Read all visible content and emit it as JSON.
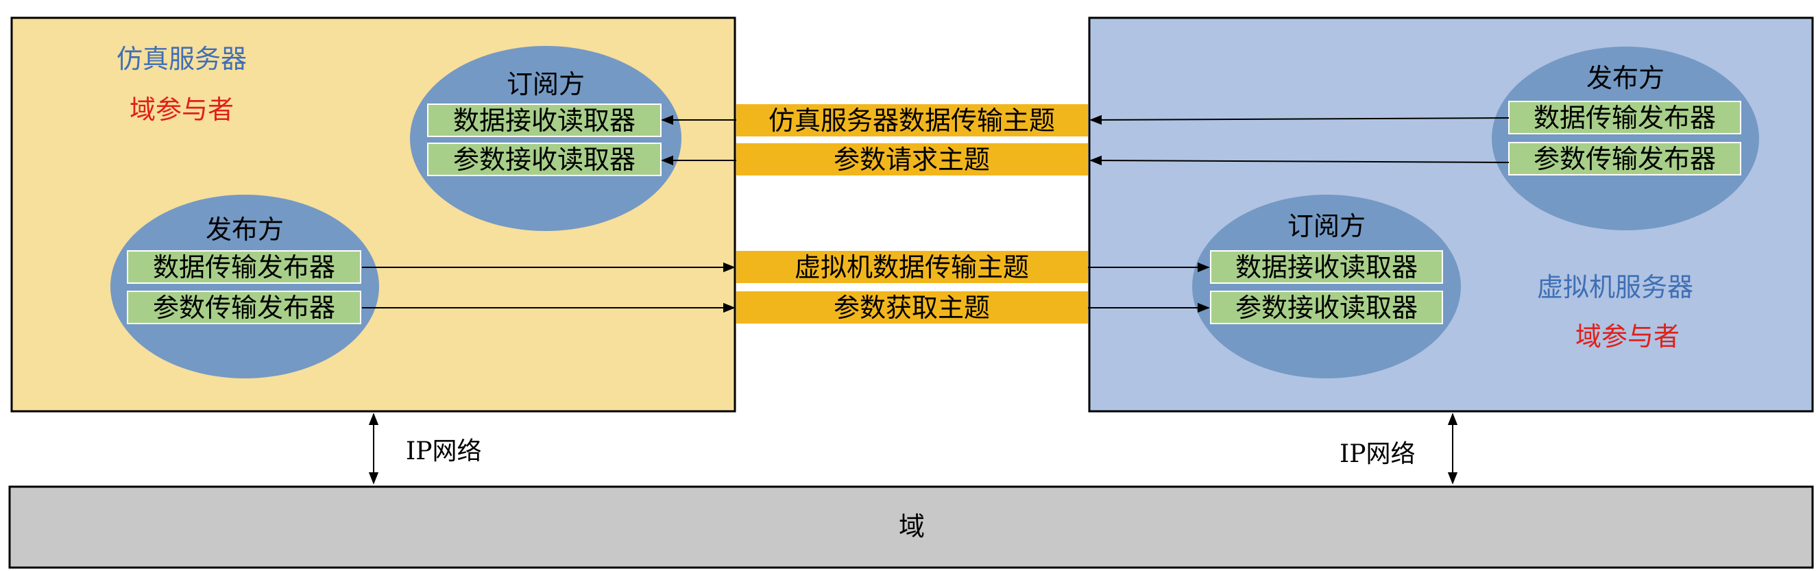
{
  "left_server": {
    "title": "仿真服务器",
    "role": "域参与者",
    "subscriber": {
      "title": "订阅方",
      "readers": [
        "数据接收读取器",
        "参数接收读取器"
      ]
    },
    "publisher": {
      "title": "发布方",
      "writers": [
        "数据传输发布器",
        "参数传输发布器"
      ]
    }
  },
  "right_server": {
    "title": "虚拟机服务器",
    "role": "域参与者",
    "publisher": {
      "title": "发布方",
      "writers": [
        "数据传输发布器",
        "参数传输发布器"
      ]
    },
    "subscriber": {
      "title": "订阅方",
      "readers": [
        "数据接收读取器",
        "参数接收读取器"
      ]
    }
  },
  "topics": [
    "仿真服务器数据传输主题",
    "参数请求主题",
    "虚拟机数据传输主题",
    "参数获取主题"
  ],
  "network": {
    "left_label": "IP网络",
    "right_label": "IP网络"
  },
  "domain": {
    "label": "域"
  },
  "colors": {
    "left_box": "#f7df9c",
    "right_box": "#b0c3e2",
    "ellipse": "#7499c4",
    "component": "#a8cf8a",
    "topic": "#f2b61d",
    "domain_bar": "#c8c8c8",
    "title_blue": "#3f6fb5",
    "role_red": "#e0201a"
  }
}
